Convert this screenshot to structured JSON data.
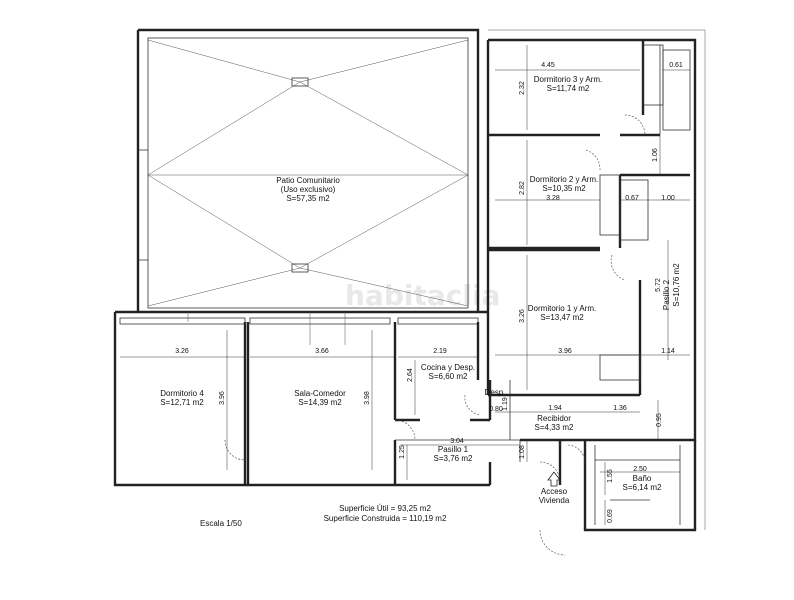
{
  "rooms": {
    "patio": {
      "name": "Patio Comunitario",
      "note": "(Uso exclusivo)",
      "area": "S=57,35 m2"
    },
    "dormitorio3": {
      "name": "Dormitorio 3 y Arm.",
      "area": "S=11,74 m2"
    },
    "dormitorio2": {
      "name": "Dormitorio 2 y Arm.",
      "area": "S=10,35 m2"
    },
    "dormitorio1": {
      "name": "Dormitorio 1 y Arm.",
      "area": "S=13,47 m2"
    },
    "dormitorio4": {
      "name": "Dormitorio 4",
      "area": "S=12,71 m2"
    },
    "sala": {
      "name": "Sala-Comedor",
      "area": "S=14,39 m2"
    },
    "cocina": {
      "name": "Cocina y Desp.",
      "area": "S=6,60 m2"
    },
    "desp": {
      "name": "Desp."
    },
    "recibidor": {
      "name": "Recibidor",
      "area": "S=4,33 m2"
    },
    "pasillo1": {
      "name": "Pasillo 1",
      "area": "S=3,76 m2"
    },
    "pasillo2": {
      "name": "Pasillo 2",
      "area": "S=10,76 m2"
    },
    "bano": {
      "name": "Baño",
      "area": "S=6,14 m2"
    },
    "acceso": {
      "line1": "Acceso",
      "line2": "Vivienda"
    }
  },
  "dimensions": {
    "d445": "4.45",
    "d061": "0.61",
    "d232": "2.32",
    "d106": "1.06",
    "d282": "2.82",
    "d328": "3.28",
    "d067": "0.67",
    "d100": "1.00",
    "d572": "5.72",
    "d326a": "3.26",
    "d396a": "3.96",
    "d114": "1.14",
    "d326b": "3.26",
    "d366": "3.66",
    "d219": "2.19",
    "d264": "2.64",
    "d396b": "3.96",
    "d398": "3.98",
    "d080": "0.80",
    "d119": "1.19",
    "d194": "1.94",
    "d136": "1.36",
    "d095": "0.95",
    "d304": "3.04",
    "d125": "1.25",
    "d108": "1.08",
    "d250": "2.50",
    "d155": "1.55",
    "d069": "0.69"
  },
  "summary": {
    "util": "Superficie Útil = 93,25 m2",
    "construida": "Superficie Construida = 110,19 m2"
  },
  "scale": "Escala 1/50",
  "watermark": "habitaclia"
}
